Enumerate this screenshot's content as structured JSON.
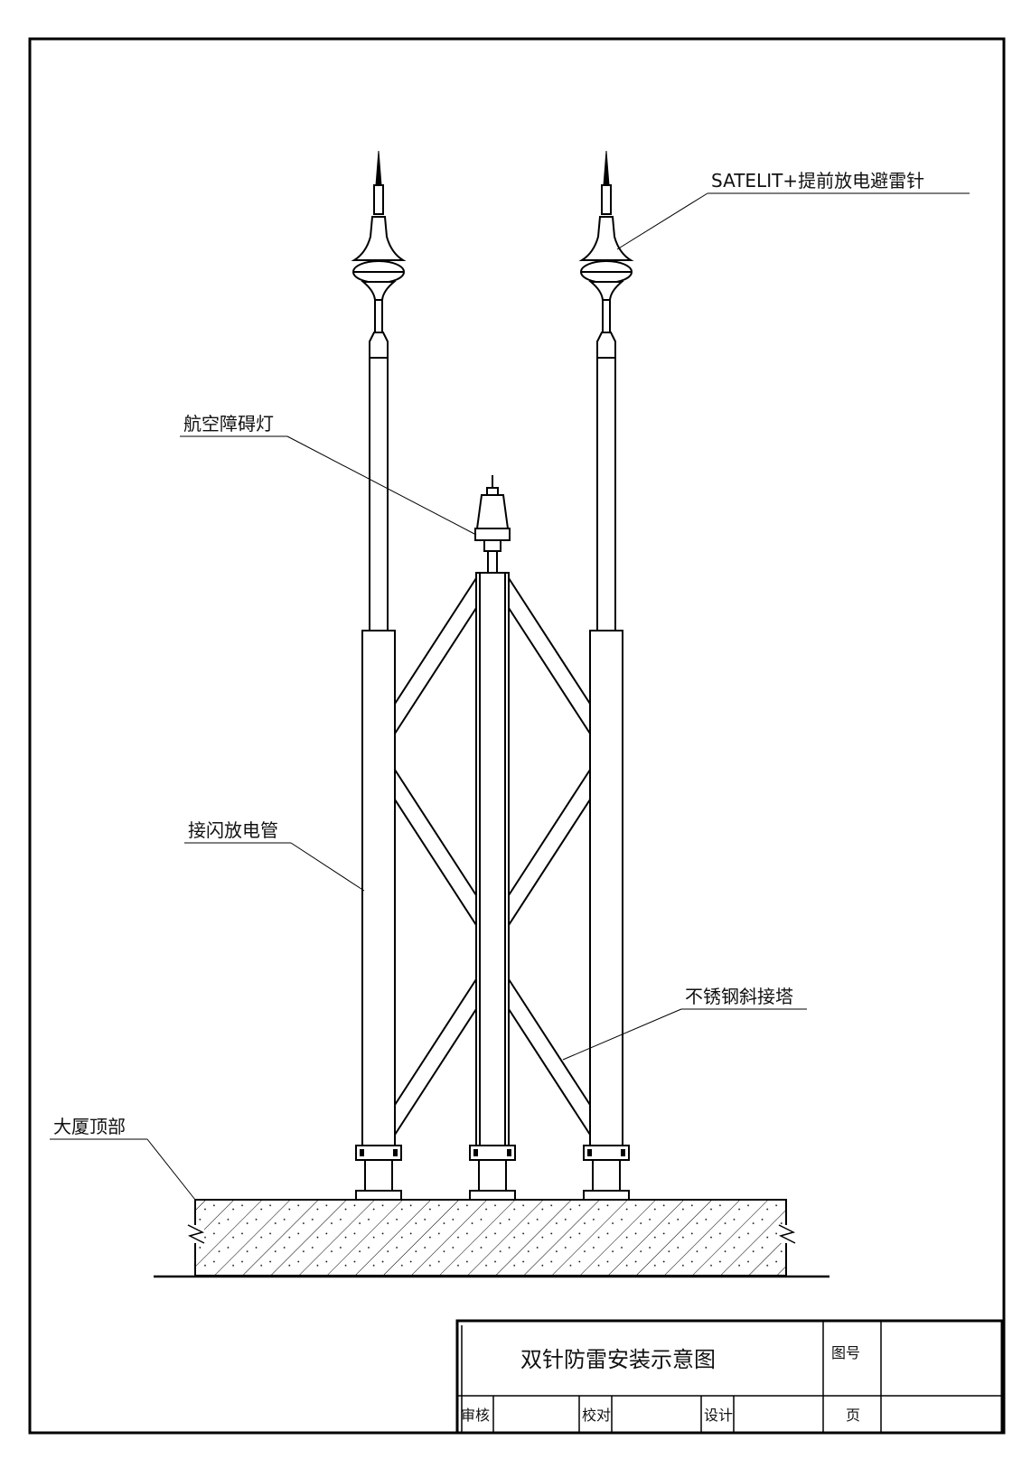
{
  "labels": {
    "lightning_rod": "SATELIT+提前放电避雷针",
    "aviation_light": "航空障碍灯",
    "discharge_tube": "接闪放电管",
    "tower": "不锈钢斜接塔",
    "roof": "大厦顶部"
  },
  "title_block": {
    "title": "双针防雷安装示意图",
    "drawing_no_label": "图号",
    "review_label": "审核",
    "check_label": "校对",
    "design_label": "设计",
    "page_label": "页"
  }
}
